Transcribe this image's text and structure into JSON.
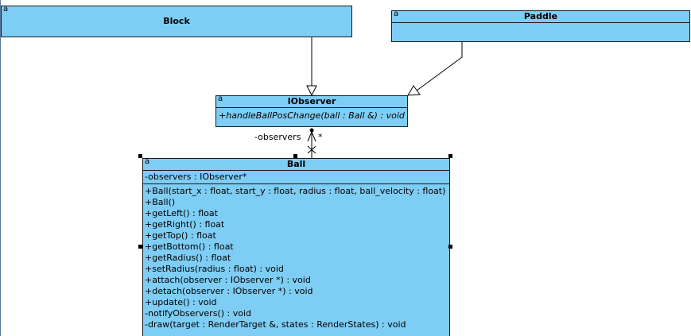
{
  "classes": {
    "block": {
      "stereotype": "a",
      "name": "Block"
    },
    "paddle": {
      "stereotype": "a",
      "name": "Paddle"
    },
    "iobserver": {
      "stereotype": "a",
      "name": "IObserver",
      "operations": [
        "+handleBallPosChange(ball : Ball &) : void"
      ]
    },
    "ball": {
      "stereotype": "a",
      "name": "Ball",
      "attributes": [
        "-observers : IObserver*"
      ],
      "operations": [
        "+Ball(start_x : float, start_y : float, radius : float, ball_velocity : float)",
        "+Ball()",
        "+getLeft() : float",
        "+getRight() : float",
        "+getTop() : float",
        "+getBottom() : float",
        "+getRadius() : float",
        "+setRadius(radius : float) : void",
        "+attach(observer : IObserver *) : void",
        "+detach(observer : IObserver *) : void",
        "+update() : void",
        "-notifyObservers() : void",
        "-draw(target : RenderTarget &, states : RenderStates) : void"
      ]
    }
  },
  "association": {
    "role": "-observers",
    "multiplicity": "*"
  },
  "colors": {
    "class_fill": "#7ecdf4",
    "border": "#1a1a1a"
  }
}
